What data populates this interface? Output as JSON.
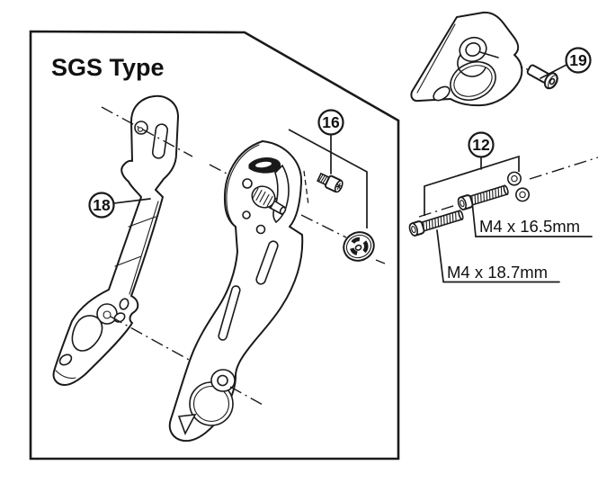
{
  "diagram": {
    "title": "SGS Type",
    "callouts": {
      "c18": "18",
      "c16": "16",
      "c12": "12",
      "c19": "19"
    },
    "dimension_labels": {
      "upper_screw": "M4 x 16.5mm",
      "lower_screw": "M4 x 18.7mm"
    },
    "colors": {
      "line": "#1a1a1a",
      "background": "#ffffff"
    }
  }
}
